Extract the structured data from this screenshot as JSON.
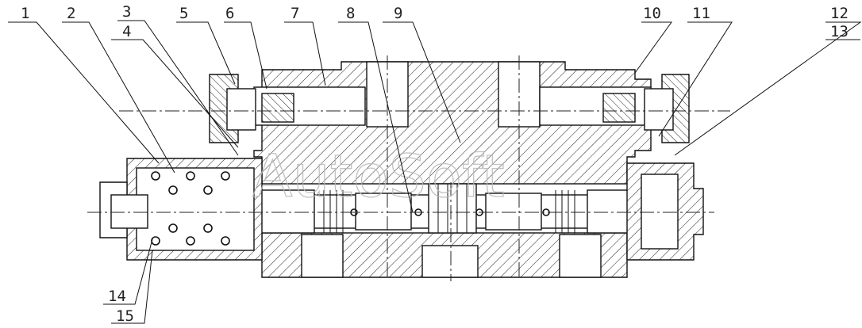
{
  "watermark": "AutoSoft",
  "callouts": [
    {
      "label": "1"
    },
    {
      "label": "2"
    },
    {
      "label": "3"
    },
    {
      "label": "4"
    },
    {
      "label": "5"
    },
    {
      "label": "6"
    },
    {
      "label": "7"
    },
    {
      "label": "8"
    },
    {
      "label": "9"
    },
    {
      "label": "10"
    },
    {
      "label": "11"
    },
    {
      "label": "12"
    },
    {
      "label": "13"
    },
    {
      "label": "14"
    },
    {
      "label": "15"
    }
  ]
}
